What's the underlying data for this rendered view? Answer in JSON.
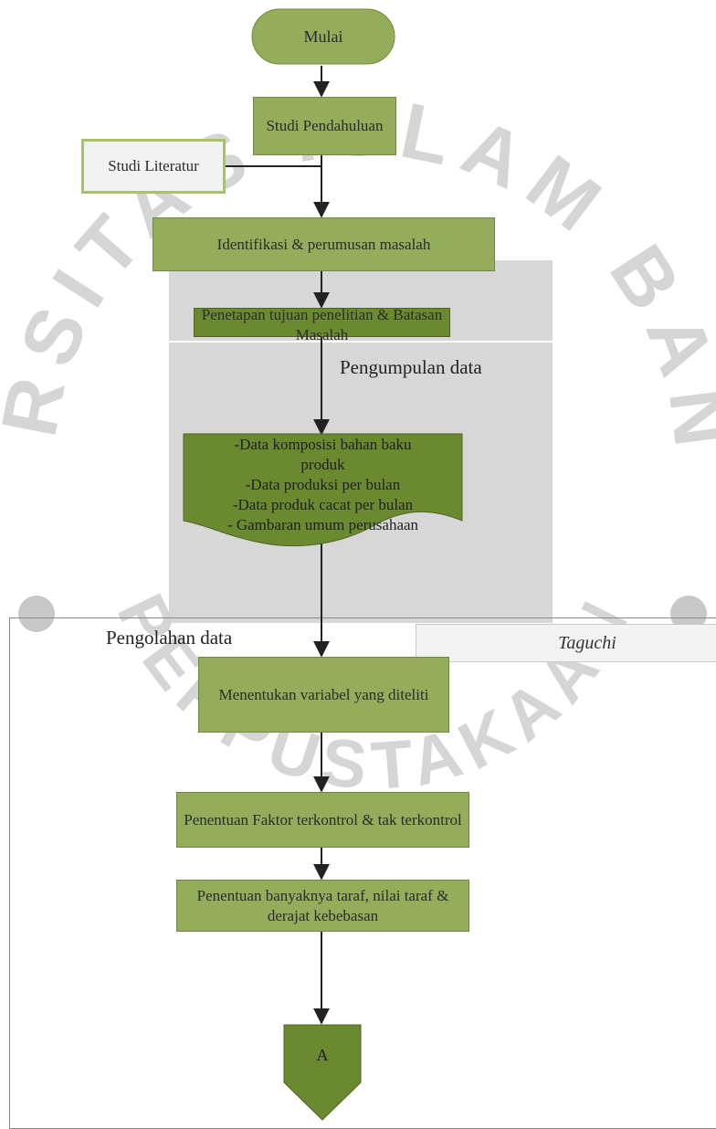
{
  "watermark": {
    "text": "UNIVERSITAS ISLAM BANDUNG",
    "lower_text": "PERPUSTAKAAN"
  },
  "nodes": {
    "start": "Mulai",
    "prelim": "Studi Pendahuluan",
    "literature": "Studi Literatur",
    "identify": "Identifikasi & perumusan masalah",
    "goals": "Penetapan tujuan penelitian & Batasan Masalah",
    "data_list": [
      "-Data komposisi bahan baku",
      "produk",
      "-Data produksi per bulan",
      "-Data produk cacat per bulan",
      "- Gambaran umum perusahaan"
    ],
    "variables": "Menentukan variabel yang diteliti",
    "factors": "Penentuan Faktor terkontrol & tak terkontrol",
    "levels": "Penentuan banyaknya taraf, nilai taraf & derajat kebebasan",
    "connector": "A"
  },
  "sections": {
    "collection": "Pengumpulan data",
    "processing": "Pengolahan data",
    "method": "Taguchi"
  },
  "colors": {
    "light_green": "#93ad5a",
    "dark_green": "#6b8a2f",
    "gray_panel": "#d3d3d3",
    "watermark": "#c8c8c8"
  }
}
